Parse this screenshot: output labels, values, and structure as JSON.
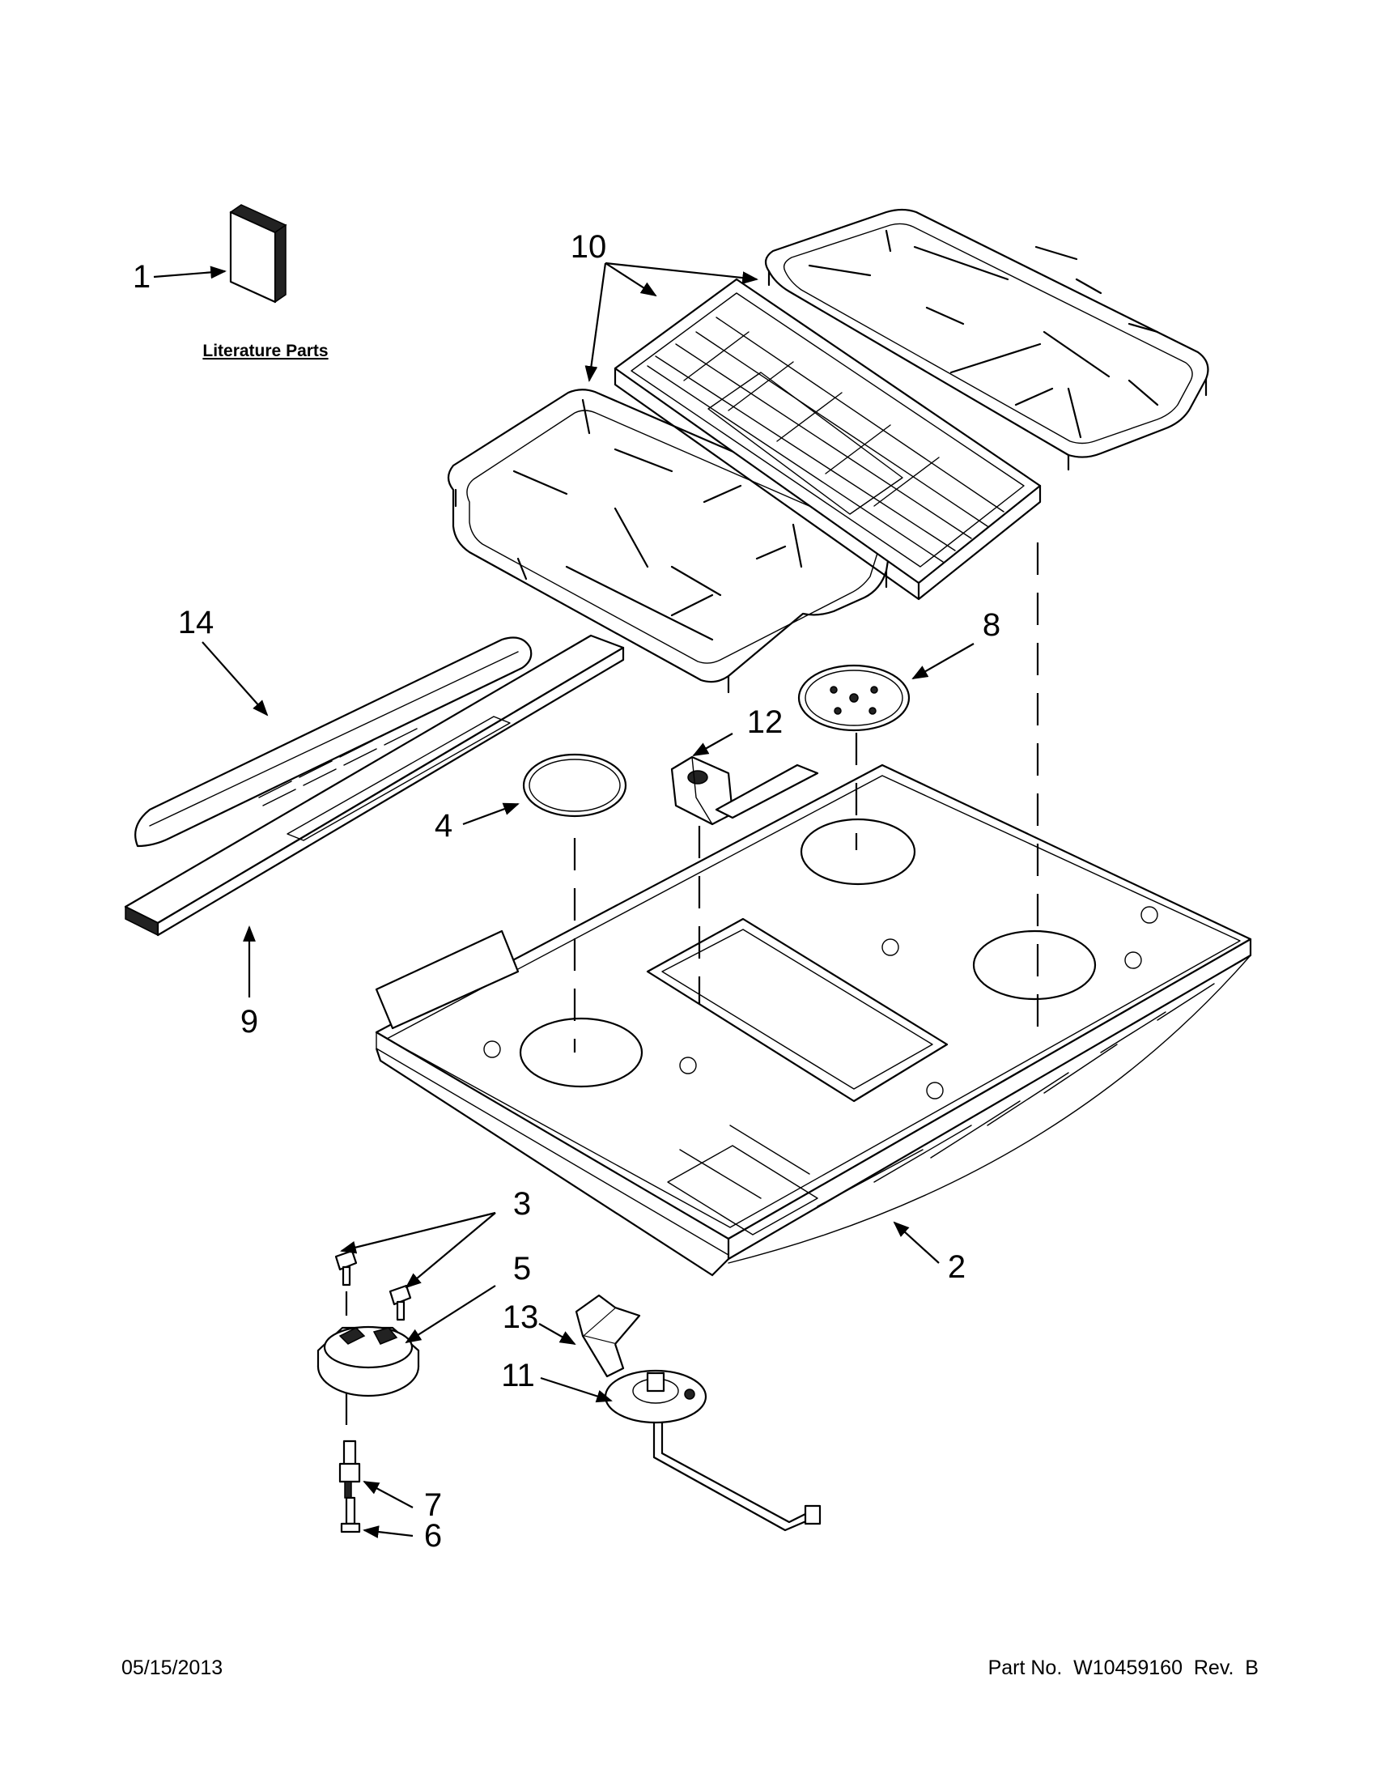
{
  "diagram": {
    "callouts": [
      {
        "id": "1",
        "label": "1"
      },
      {
        "id": "2",
        "label": "2"
      },
      {
        "id": "3",
        "label": "3"
      },
      {
        "id": "4",
        "label": "4"
      },
      {
        "id": "5",
        "label": "5"
      },
      {
        "id": "6",
        "label": "6"
      },
      {
        "id": "7",
        "label": "7"
      },
      {
        "id": "8",
        "label": "8"
      },
      {
        "id": "9",
        "label": "9"
      },
      {
        "id": "10",
        "label": "10"
      },
      {
        "id": "11",
        "label": "11"
      },
      {
        "id": "12",
        "label": "12"
      },
      {
        "id": "13",
        "label": "13"
      },
      {
        "id": "14",
        "label": "14"
      }
    ],
    "literature_label": "Literature Parts"
  },
  "footer": {
    "date": "05/15/2013",
    "part_number": "Part No.  W10459160  Rev.  B"
  }
}
